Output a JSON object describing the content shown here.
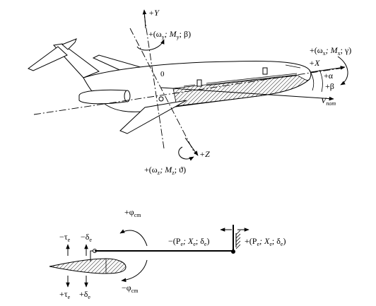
{
  "axes": {
    "y": "+Y",
    "x": "+X",
    "z": "+Z",
    "origin": "0",
    "alpha": "+α",
    "beta": "+β",
    "velocity": "V",
    "velocity_sub": "пот"
  },
  "moments": {
    "yaw": "+(ω",
    "yaw_sub": "y",
    "yaw_mid": "; M",
    "yaw_sub2": "y",
    "yaw_end": "; β)",
    "roll": "+(ω",
    "roll_sub": "x",
    "roll_mid": "; M",
    "roll_sub2": "x",
    "roll_end": "; γ)",
    "pitch": "+(ω",
    "pitch_sub": "z",
    "pitch_mid": "; M",
    "pitch_sub2": "z",
    "pitch_end": "; ϑ)"
  },
  "control": {
    "phi_plus": "+φ",
    "phi_minus": "−φ",
    "phi_sub": "cm",
    "tau_minus": "−τ",
    "tau_plus": "+τ",
    "tau_sub": "e",
    "delta_minus": "−δ",
    "delta_plus": "+δ",
    "delta_sub": "e",
    "force_minus": "−(P",
    "force_plus": "+(P",
    "force_sub": "e",
    "force_mid": "; X",
    "force_sub2": "e",
    "force_mid2": "; δ",
    "force_sub3": "e",
    "force_end": ")"
  },
  "colors": {
    "ink": "#000000",
    "paper": "#ffffff"
  }
}
